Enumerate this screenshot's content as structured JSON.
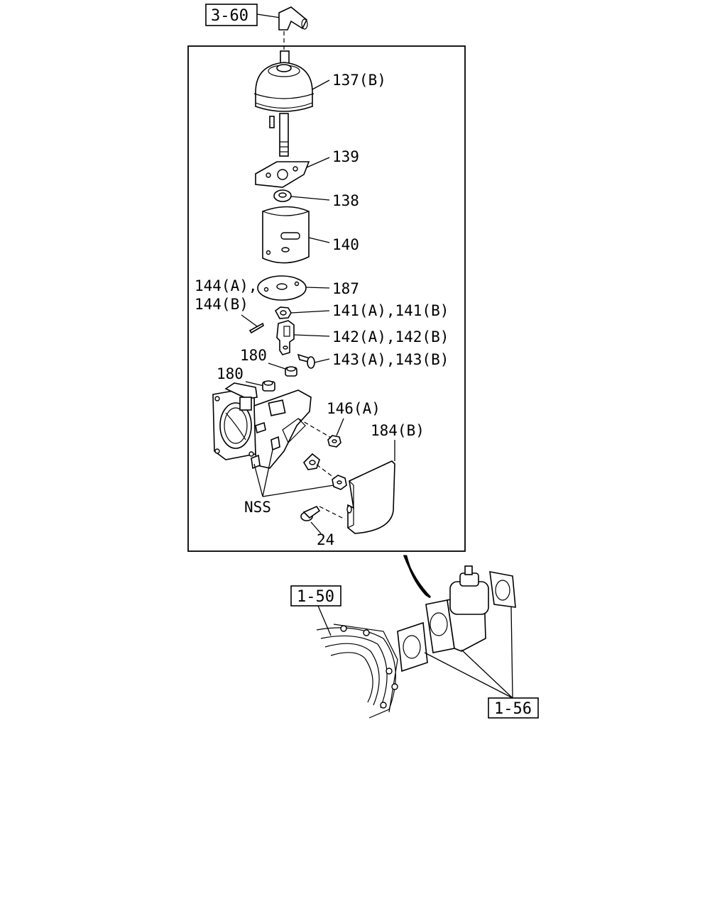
{
  "references": {
    "top": "3-60",
    "left": "1-50",
    "right": "1-56"
  },
  "callouts": {
    "c137": "137(B)",
    "c139": "139",
    "c138": "138",
    "c140": "140",
    "c187": "187",
    "c144a": "144(A),",
    "c144b": "144(B)",
    "c141": "141(A),141(B)",
    "c142": "142(A),142(B)",
    "c143": "143(A),143(B)",
    "c180a": "180",
    "c180b": "180",
    "c146": "146(A)",
    "c184": "184(B)",
    "cnss": "NSS",
    "c24": "24"
  }
}
